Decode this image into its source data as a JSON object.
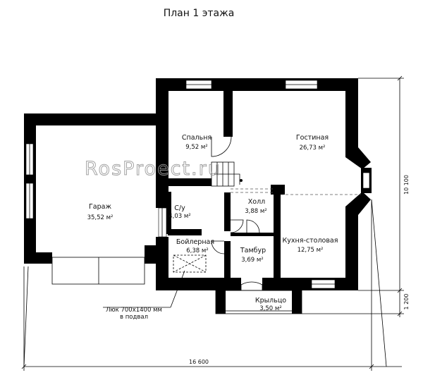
{
  "plan": {
    "title": "План 1 этажа",
    "watermark": "RosProect.ru",
    "rooms": [
      {
        "id": "garage",
        "name": "Гараж",
        "area": "35,52 м²"
      },
      {
        "id": "bedroom",
        "name": "Спальня",
        "area": "9,52 м²"
      },
      {
        "id": "living",
        "name": "Гостиная",
        "area": "26,73 м²"
      },
      {
        "id": "wc",
        "name": "С/у",
        "area": "4,03 м²"
      },
      {
        "id": "hall",
        "name": "Холл",
        "area": "3,88 м²"
      },
      {
        "id": "boiler",
        "name": "Бойлерная",
        "area": "6,38 м²"
      },
      {
        "id": "vest",
        "name": "Тамбур",
        "area": "3,69 м²"
      },
      {
        "id": "kitchen",
        "name": "Кухня-столовая",
        "area": "12,75 м²"
      },
      {
        "id": "porch",
        "name": "Крыльцо",
        "area": "3,50 м²"
      }
    ],
    "hatch_note": [
      "Люк 700х1400 мм",
      "в подвал"
    ],
    "dimensions": {
      "width": "16  600",
      "height": "10  100",
      "porch": "1  200"
    }
  }
}
